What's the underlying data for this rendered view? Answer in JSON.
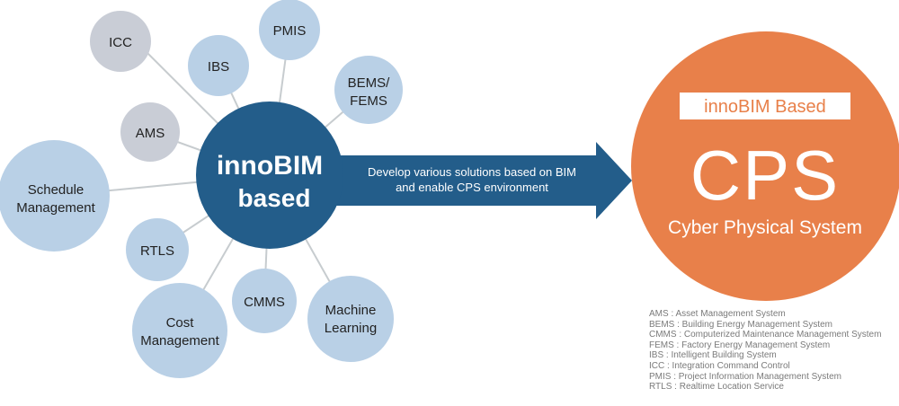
{
  "hub": {
    "line1_part1": "inno",
    "line1_part2": "BIM",
    "line2": "based",
    "color": "#235d8a"
  },
  "nodes": [
    {
      "id": "icc",
      "lines": [
        "ICC"
      ],
      "color": "#c9cdd6"
    },
    {
      "id": "ibs",
      "lines": [
        "IBS"
      ],
      "color": "#b9d0e6"
    },
    {
      "id": "pmis",
      "lines": [
        "PMIS"
      ],
      "color": "#b9d0e6"
    },
    {
      "id": "bems-fems",
      "lines": [
        "BEMS/",
        "FEMS"
      ],
      "color": "#b9d0e6"
    },
    {
      "id": "ams",
      "lines": [
        "AMS"
      ],
      "color": "#c9cdd6"
    },
    {
      "id": "schedule-management",
      "lines": [
        "Schedule",
        "Management"
      ],
      "color": "#b9d0e6"
    },
    {
      "id": "rtls",
      "lines": [
        "RTLS"
      ],
      "color": "#b9d0e6"
    },
    {
      "id": "cmms",
      "lines": [
        "CMMS"
      ],
      "color": "#b9d0e6"
    },
    {
      "id": "machine-learning",
      "lines": [
        "Machine",
        "Learning"
      ],
      "color": "#b9d0e6"
    },
    {
      "id": "cost-management",
      "lines": [
        "Cost",
        "Management"
      ],
      "color": "#b9d0e6"
    }
  ],
  "arrow": {
    "text_line1": "Develop various solutions based on BIM",
    "text_line2": "and enable CPS environment",
    "color": "#235d8a"
  },
  "cps": {
    "banner": "innoBIM Based",
    "title": "CPS",
    "subtitle": "Cyber Physical System",
    "color": "#e8804a"
  },
  "legend": [
    "AMS : Asset Management System",
    "BEMS : Building Energy Management System",
    "CMMS : Computerized Maintenance Management System",
    "FEMS : Factory Energy Management System",
    "IBS : Intelligent Building System",
    "ICC : Integration Command Control",
    "PMIS : Project Information Management System",
    "RTLS : Realtime Location Service"
  ]
}
